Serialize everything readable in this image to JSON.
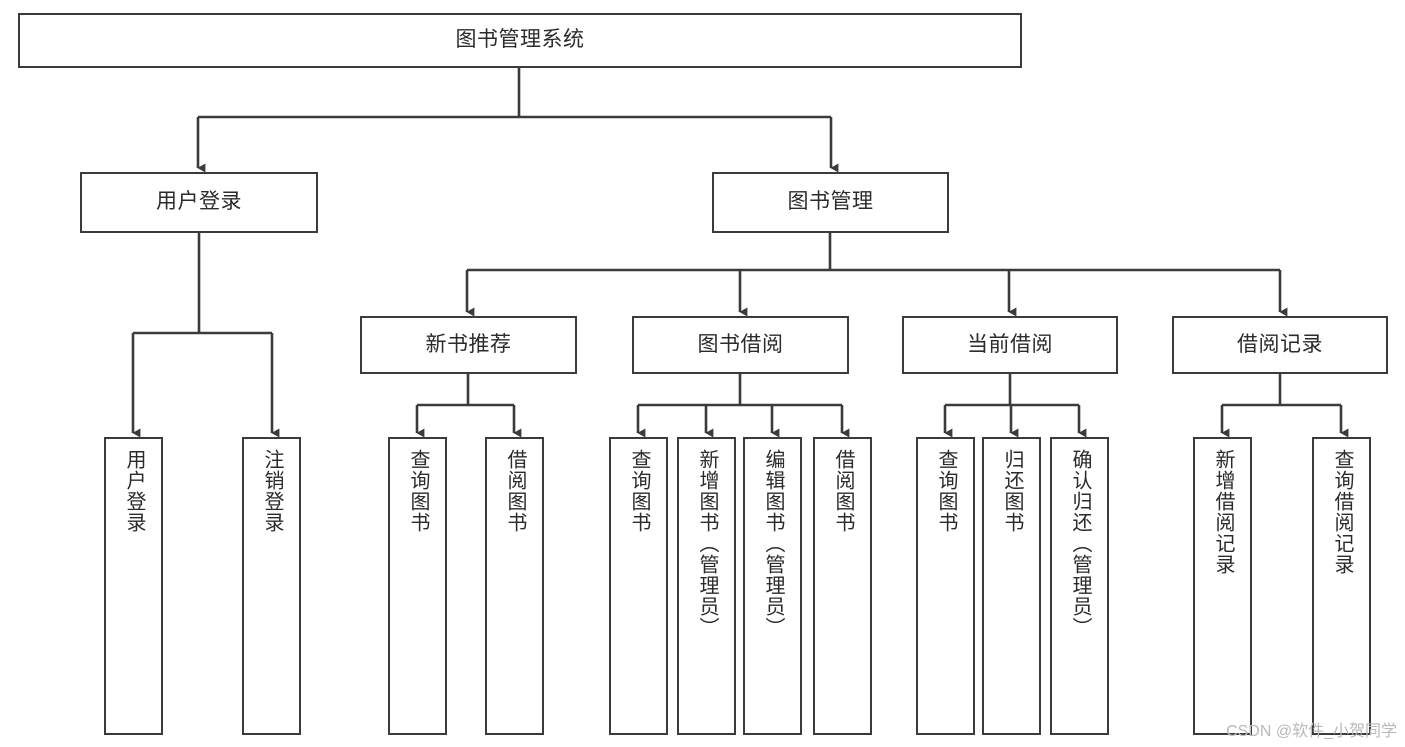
{
  "diagram": {
    "title_node": {
      "label": "图书管理系统"
    },
    "level2": [
      {
        "label": "用户登录"
      },
      {
        "label": "图书管理"
      }
    ],
    "level3": [
      {
        "label": "新书推荐"
      },
      {
        "label": "图书借阅"
      },
      {
        "label": "当前借阅"
      },
      {
        "label": "借阅记录"
      }
    ],
    "leaves": {
      "user_login": [
        {
          "label": "用户登录"
        },
        {
          "label": "注销登录"
        }
      ],
      "new_book_recommend": [
        {
          "label": "查询图书"
        },
        {
          "label": "借阅图书"
        }
      ],
      "book_borrow": [
        {
          "label": "查询图书"
        },
        {
          "label": "新增图书（管理员）"
        },
        {
          "label": "编辑图书（管理员）"
        },
        {
          "label": "借阅图书"
        }
      ],
      "current_borrow": [
        {
          "label": "查询图书"
        },
        {
          "label": "归还图书"
        },
        {
          "label": "确认归还（管理员）"
        }
      ],
      "borrow_record": [
        {
          "label": "新增借阅记录"
        },
        {
          "label": "查询借阅记录"
        }
      ]
    }
  },
  "watermark": {
    "text": "CSDN @软件_小贺同学"
  },
  "colors": {
    "stroke": "#3b3b3b",
    "background": "#ffffff",
    "text": "#2b2b2b",
    "watermark": "#b9b9b9"
  }
}
